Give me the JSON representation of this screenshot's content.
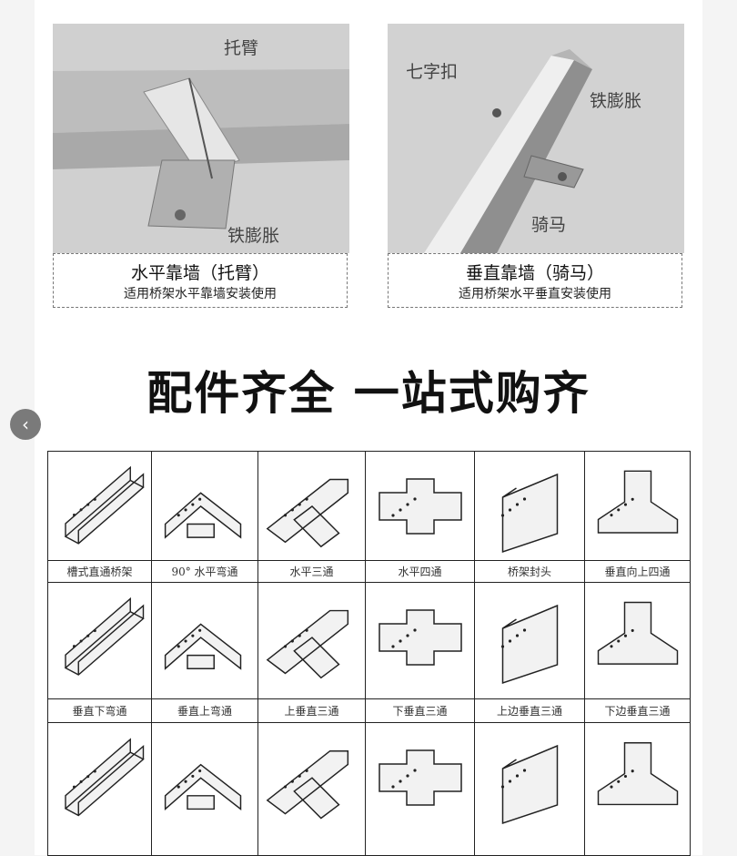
{
  "mounts": [
    {
      "title": "水平靠墙（托臂）",
      "subtitle": "适用桥架水平靠墙安装使用",
      "callouts": [
        "托臂",
        "铁膨胀"
      ]
    },
    {
      "title": "垂直靠墙（骑马）",
      "subtitle": "适用桥架水平垂直安装使用",
      "callouts": [
        "七字扣",
        "铁膨胀",
        "骑马"
      ]
    }
  ],
  "headline": "配件齐全 一站式购齐",
  "nav": {
    "prev_icon": "chevron-left-icon"
  },
  "fittings": [
    {
      "label": "槽式直通桥架",
      "icon": "straight-tray-icon"
    },
    {
      "label": "90° 水平弯通",
      "icon": "horizontal-elbow-icon"
    },
    {
      "label": "水平三通",
      "icon": "horizontal-tee-icon"
    },
    {
      "label": "水平四通",
      "icon": "horizontal-cross-icon"
    },
    {
      "label": "桥架封头",
      "icon": "end-cap-icon"
    },
    {
      "label": "垂直向上四通",
      "icon": "vertical-up-cross-icon"
    },
    {
      "label": "垂直下弯通",
      "icon": "vertical-down-elbow-icon"
    },
    {
      "label": "垂直上弯通",
      "icon": "vertical-up-elbow-icon"
    },
    {
      "label": "上垂直三通",
      "icon": "upper-vertical-tee-icon"
    },
    {
      "label": "下垂直三通",
      "icon": "lower-vertical-tee-icon"
    },
    {
      "label": "上边垂直三通",
      "icon": "upper-side-vertical-tee-icon"
    },
    {
      "label": "下边垂直三通",
      "icon": "lower-side-vertical-tee-icon"
    },
    {
      "label": "",
      "icon": "vertical-tee-icon"
    },
    {
      "label": "",
      "icon": "vertical-tee-icon"
    },
    {
      "label": "",
      "icon": "tray-tee-icon"
    },
    {
      "label": "",
      "icon": "tray-tee-icon"
    },
    {
      "label": "",
      "icon": "reducer-icon"
    },
    {
      "label": "",
      "icon": "reducer-icon"
    }
  ]
}
